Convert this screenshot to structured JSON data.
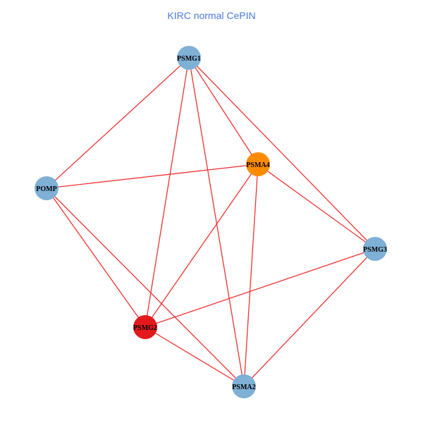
{
  "title": "KIRC normal CePIN",
  "colors": {
    "edge": "#ee3333",
    "default_node": "#7fb0d6",
    "title": "#4a7be0"
  },
  "nodes": [
    {
      "id": "PSMG1",
      "label": "PSMG1",
      "color": "#7fb0d6"
    },
    {
      "id": "PSMA4",
      "label": "PSMA4",
      "color": "#ff8c00"
    },
    {
      "id": "POMP",
      "label": "POMP",
      "color": "#7fb0d6"
    },
    {
      "id": "PSMG3",
      "label": "PSMG3",
      "color": "#7fb0d6"
    },
    {
      "id": "PSMG2",
      "label": "PSMG2",
      "color": "#e31a1c"
    },
    {
      "id": "PSMA2",
      "label": "PSMA2",
      "color": "#7fb0d6"
    }
  ],
  "edges": [
    [
      "PSMG1",
      "POMP"
    ],
    [
      "PSMG1",
      "PSMA4"
    ],
    [
      "PSMG1",
      "PSMG3"
    ],
    [
      "PSMG1",
      "PSMG2"
    ],
    [
      "PSMG1",
      "PSMA2"
    ],
    [
      "PSMA4",
      "POMP"
    ],
    [
      "PSMA4",
      "PSMG3"
    ],
    [
      "PSMA4",
      "PSMG2"
    ],
    [
      "PSMA4",
      "PSMA2"
    ],
    [
      "POMP",
      "PSMG2"
    ],
    [
      "POMP",
      "PSMA2"
    ],
    [
      "PSMG3",
      "PSMG2"
    ],
    [
      "PSMG3",
      "PSMA2"
    ],
    [
      "PSMG2",
      "PSMA2"
    ]
  ]
}
